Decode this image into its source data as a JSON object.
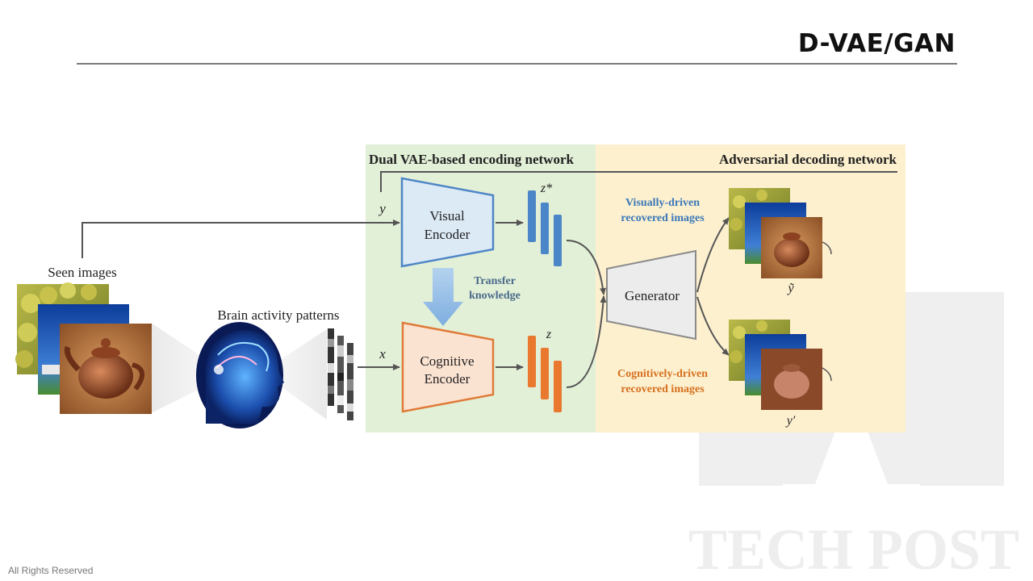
{
  "slide": {
    "title": "D-VAE/GAN",
    "footer": "All Rights Reserved",
    "watermark": "TECH POST"
  },
  "diagram": {
    "seen_images_label": "Seen images",
    "brain_label": "Brain activity patterns",
    "encoding_panel_title": "Dual VAE-based encoding network",
    "decoding_panel_title": "Adversarial decoding network",
    "y_label": "y",
    "x_label": "x",
    "z_star_label": "z*",
    "z_label": "z",
    "visual_encoder": [
      "Visual",
      "Encoder"
    ],
    "cognitive_encoder": [
      "Cognitive",
      "Encoder"
    ],
    "transfer_knowledge": [
      "Transfer",
      "knowledge"
    ],
    "generator_label": "Generator",
    "visually_driven": [
      "Visually-driven",
      "recovered images"
    ],
    "cognitively_driven": [
      "Cognitively-driven",
      "recovered images"
    ],
    "y_tilde_label": "ỹ",
    "y_prime_label": "y′"
  },
  "colors": {
    "encoding_panel": "#e3f0d8",
    "decoding_panel": "#fdf0cf",
    "visual_encoder_fill": "#dceaf6",
    "visual_encoder_stroke": "#4f86c6",
    "cognitive_encoder_fill": "#fbe3d2",
    "cognitive_encoder_stroke": "#e07b39",
    "blue_bars": "#4a86c8",
    "orange_bars": "#e8792f",
    "visual_caption": "#3a78b8",
    "cognitive_caption": "#d6701f"
  }
}
